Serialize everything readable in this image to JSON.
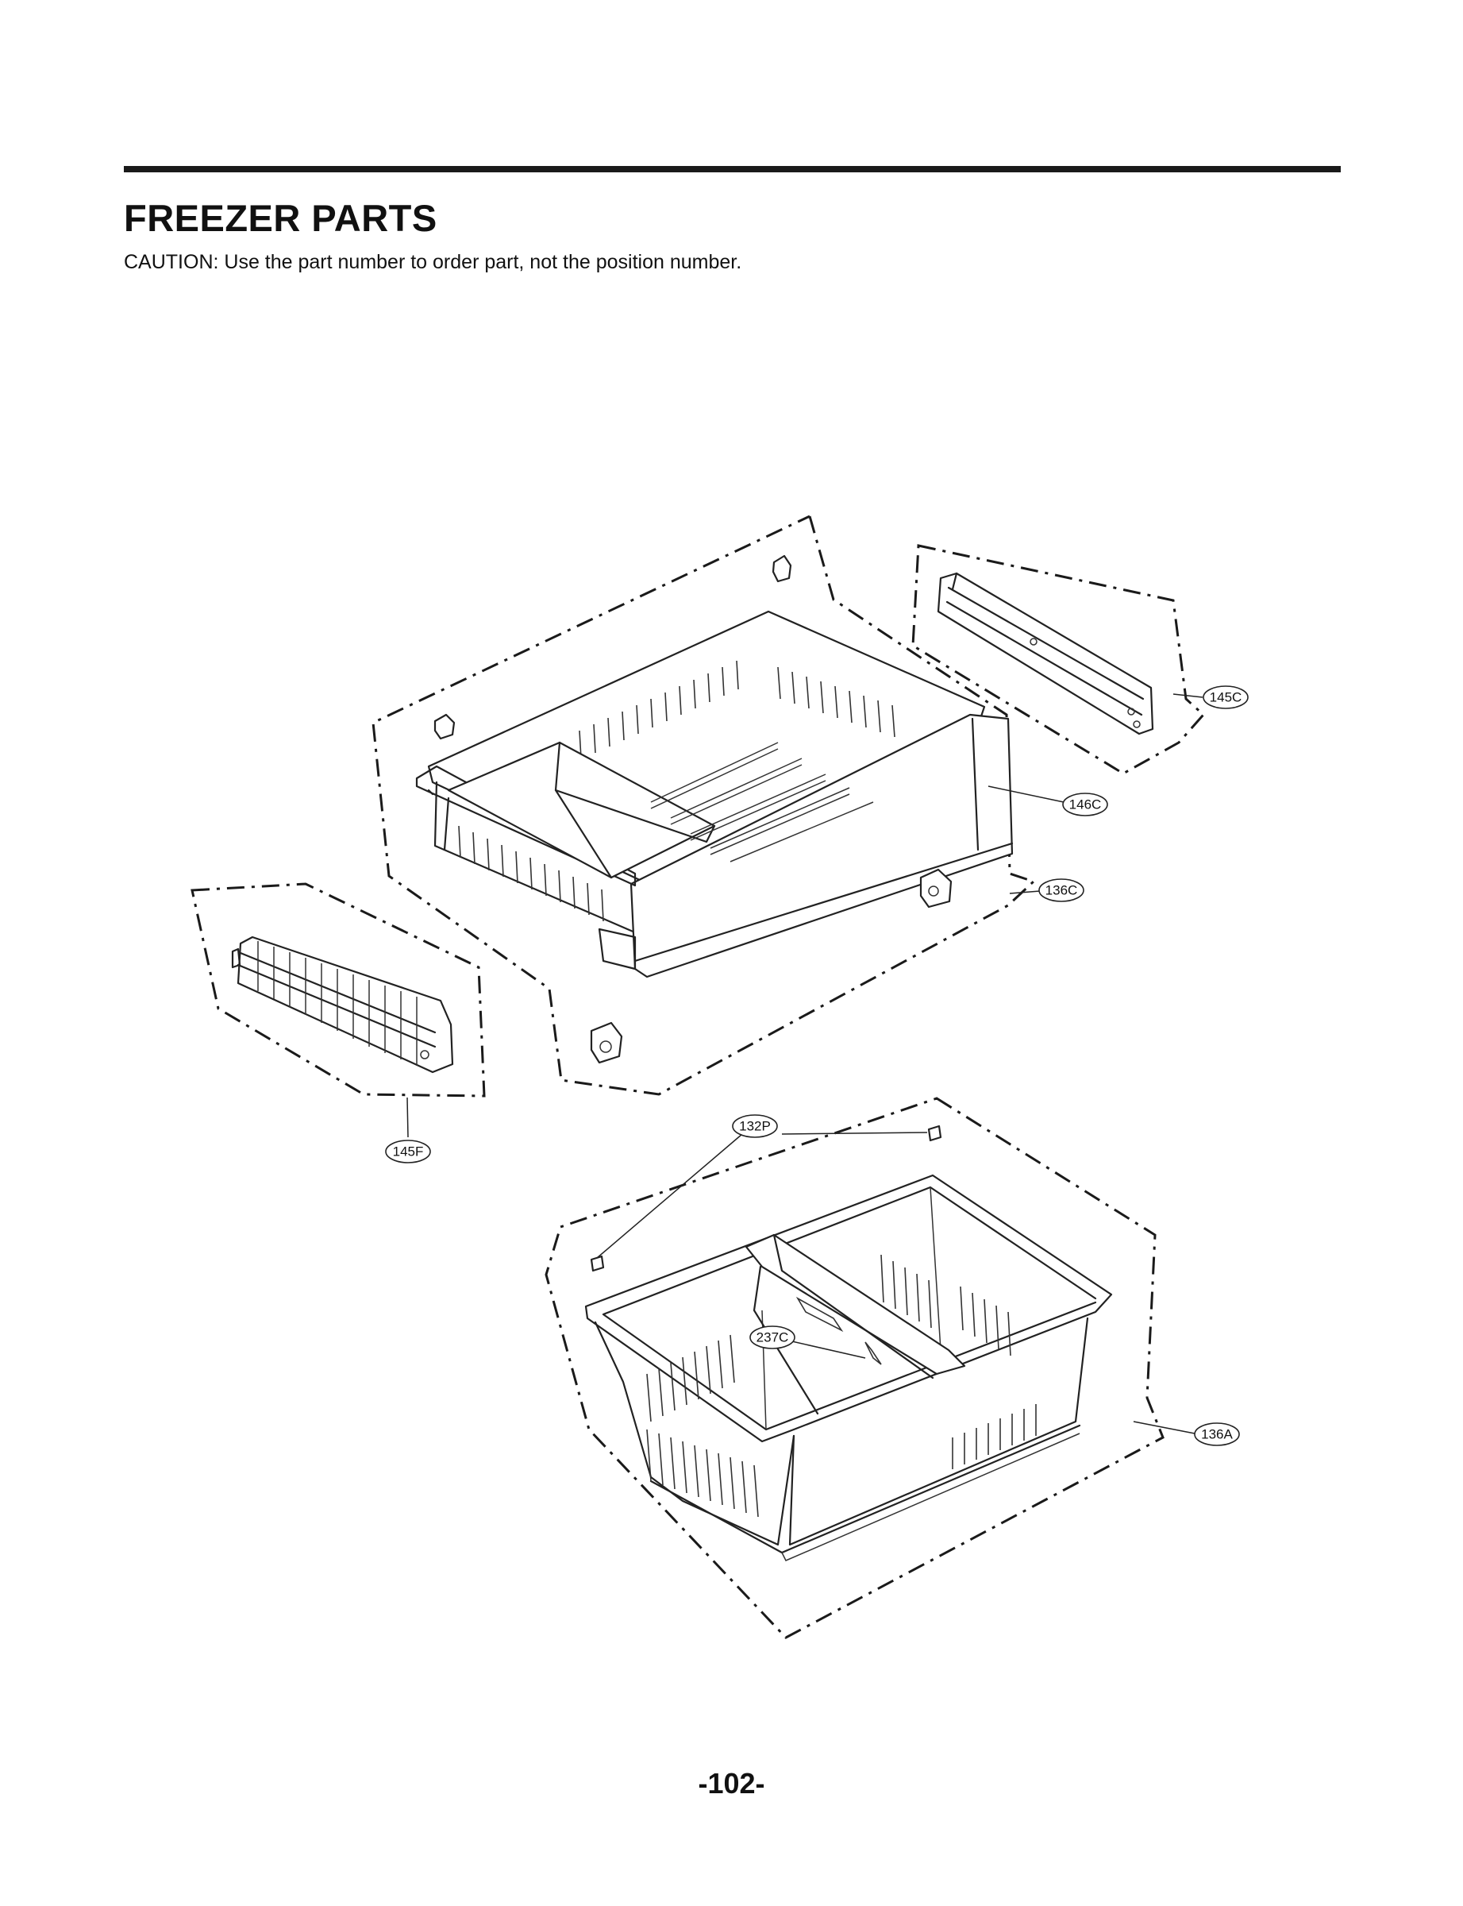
{
  "header": {
    "title": "FREEZER PARTS",
    "caution": "CAUTION: Use the part number to order part, not the position number."
  },
  "callouts": {
    "c145C": "145C",
    "c146C": "146C",
    "c136C": "136C",
    "c145F": "145F",
    "c132P": "132P",
    "c237C": "237C",
    "c136A": "136A"
  },
  "footer": {
    "page_number": "-102-"
  }
}
